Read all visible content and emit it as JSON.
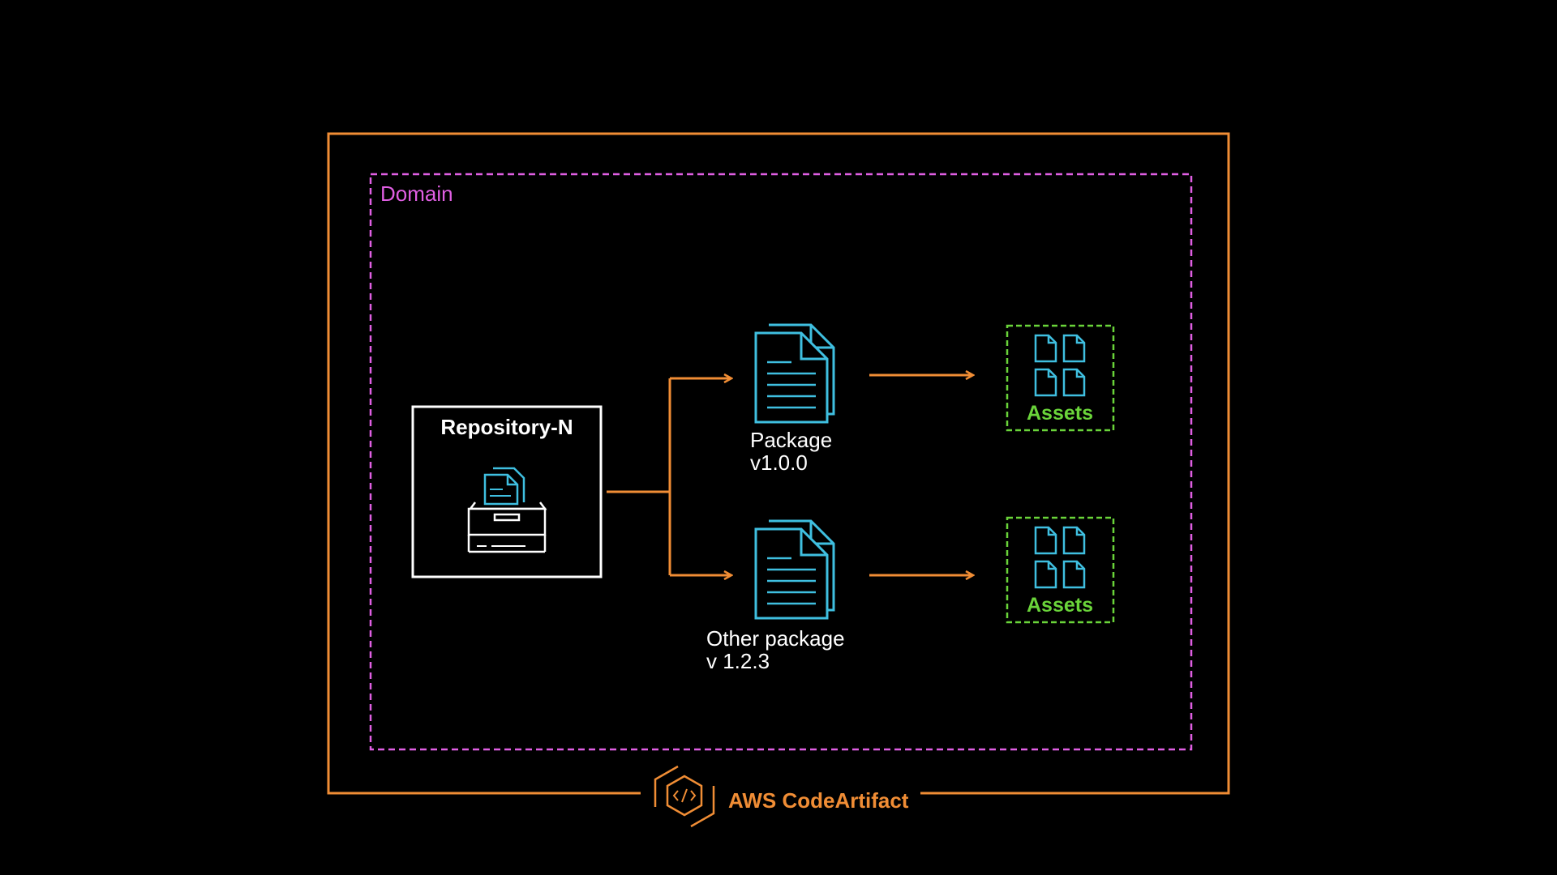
{
  "diagram": {
    "domain_label": "Domain",
    "repository_label": "Repository-N",
    "packages": [
      {
        "name": "Package",
        "version": "v1.0.0"
      },
      {
        "name": "Other package",
        "version": "v 1.2.3"
      }
    ],
    "assets_label": "Assets",
    "service_name": "AWS CodeArtifact"
  },
  "colors": {
    "background": "#000000",
    "service_border": "#f08d35",
    "domain_border": "#e05fe3",
    "repository_border": "#ffffff",
    "package_icon": "#3fbfe0",
    "assets_border": "#6ad43a",
    "assets_text": "#6ad43a",
    "arrow": "#f08d35",
    "service_text": "#f08d35"
  },
  "icons": {
    "repository": "repository-icon",
    "package": "package-document-icon",
    "assets": "asset-files-icon",
    "service": "codeartifact-logo-icon"
  }
}
